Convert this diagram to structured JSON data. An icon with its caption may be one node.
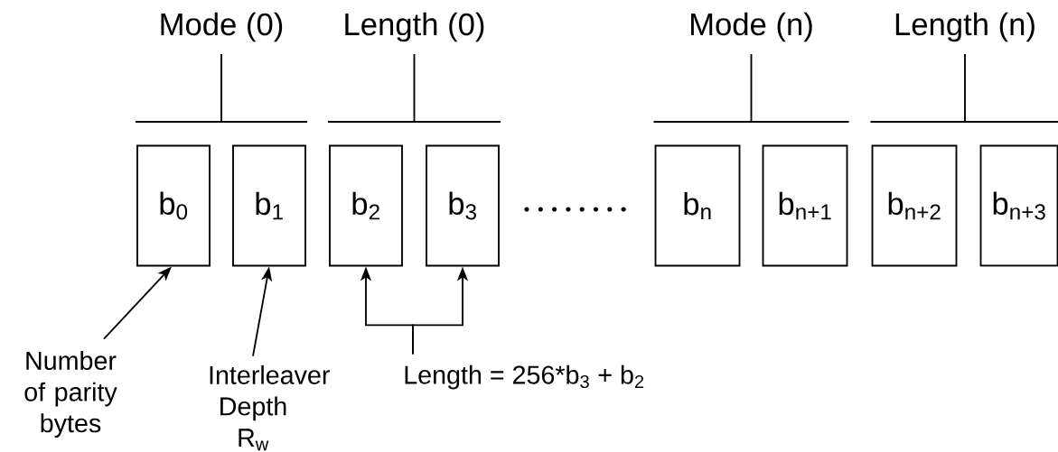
{
  "diagram": {
    "nodes": [
      {
        "text": [
          "b$_{0}$"
        ]
      },
      {
        "text": [
          "b$_{1}$"
        ]
      },
      {
        "text": [
          "b$_{2}$"
        ]
      },
      {
        "text": [
          "b$_{3}$"
        ]
      },
      {
        "text": [
          "b$_{n}$"
        ]
      },
      {
        "text": [
          "b$_{n+1}$"
        ]
      },
      {
        "text": [
          "b$_{n+2}$"
        ]
      },
      {
        "text": [
          "b$_{n+3}$"
        ]
      },
      {
        "text": [
          "Number of parity bytes"
        ]
      },
      {
        "text": [
          "Interleaver Depth R$_{w}$"
        ]
      },
      {
        "text": [
          "Length = 256*b$_{3}$ + b$_{2}$"
        ]
      }
    ],
    "edges": [
      {
        "from": 8,
        "to": 0,
        "arrow": "to"
      },
      {
        "from": 9,
        "to": 1,
        "arrow": "to"
      },
      {
        "from": 10,
        "to": 2,
        "arrow": "to"
      },
      {
        "from": 10,
        "to": 3,
        "arrow": "to"
      }
    ],
    "labels": [
      "Mode (0)",
      "Length (0)",
      "Mode (n)",
      "Length (n)"
    ]
  }
}
